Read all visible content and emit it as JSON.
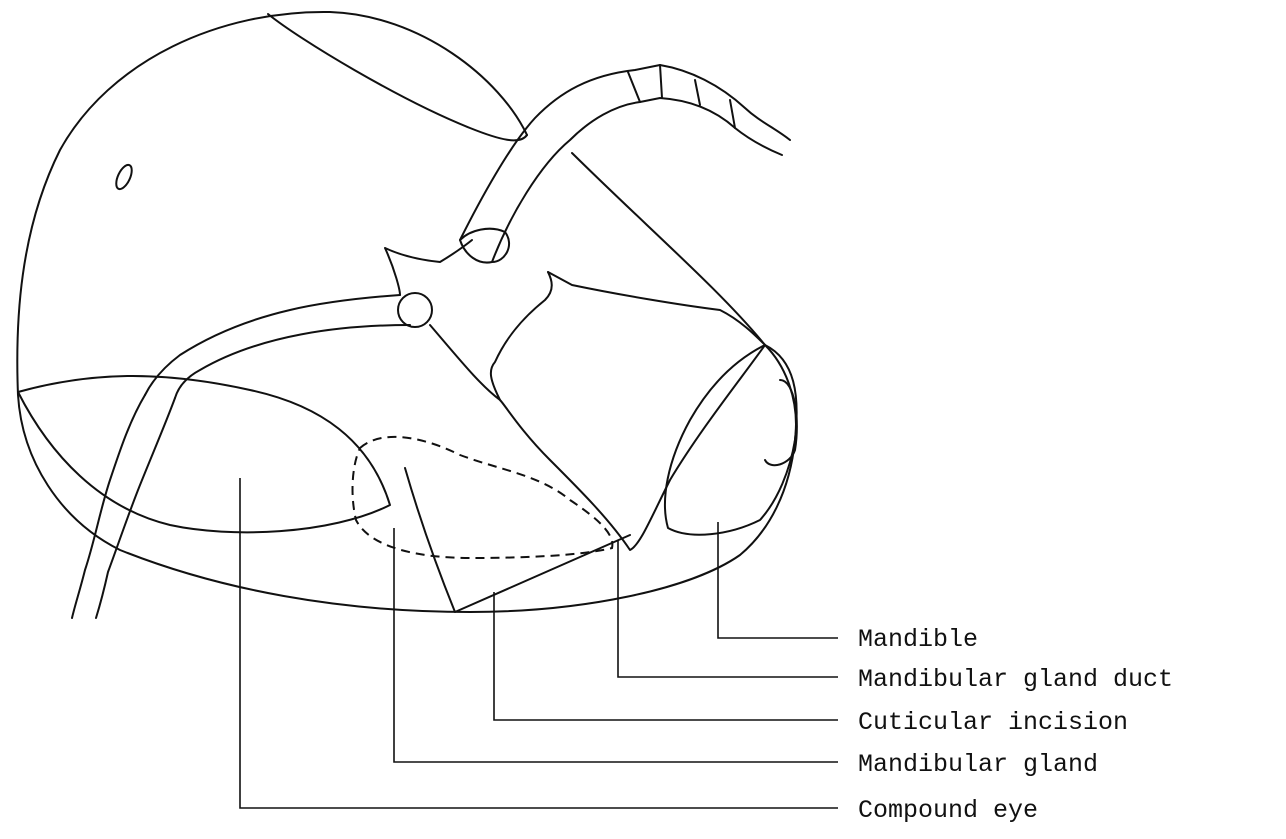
{
  "labels": {
    "mandible": "Mandible",
    "mandibular_gland_duct": "Mandibular gland duct",
    "cuticular_incision": "Cuticular incision",
    "mandibular_gland": "Mandibular gland",
    "compound_eye": "Compound eye"
  }
}
